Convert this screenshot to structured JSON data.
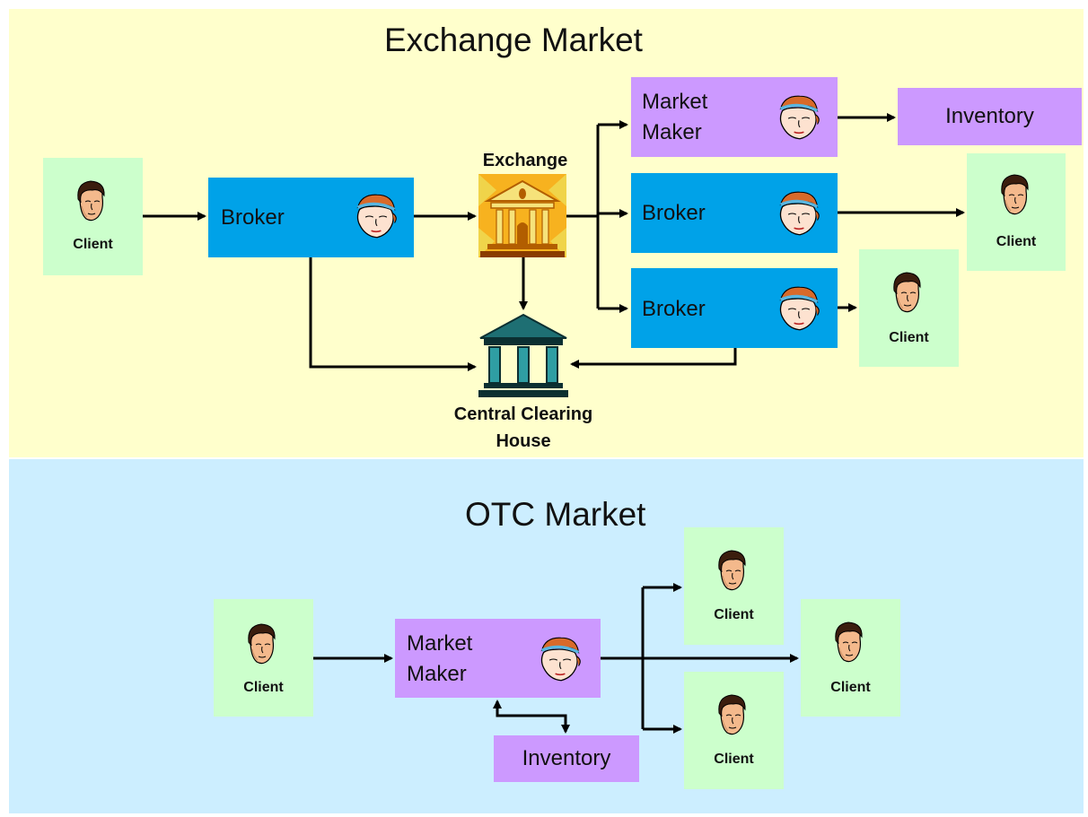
{
  "exchange": {
    "title": "Exchange Market",
    "client_left": "Client",
    "broker_left": "Broker",
    "exchange_label": "Exchange",
    "clearing_label_line1": "Central Clearing",
    "clearing_label_line2": "House",
    "market_maker_line1": "Market",
    "market_maker_line2": "Maker",
    "inventory": "Inventory",
    "broker_right_top": "Broker",
    "broker_right_bottom": "Broker",
    "client_right_top": "Client",
    "client_right_bottom": "Client"
  },
  "otc": {
    "title": "OTC Market",
    "client_left": "Client",
    "market_maker_line1": "Market",
    "market_maker_line2": "Maker",
    "inventory": "Inventory",
    "client_top": "Client",
    "client_middle": "Client",
    "client_bottom": "Client"
  },
  "colors": {
    "exchange_bg": "#ffffcc",
    "otc_bg": "#cceeff",
    "client_box": "#ccffcc",
    "broker_box": "#00a2e8",
    "market_maker_box": "#cc99ff"
  },
  "icons": [
    "client-face-icon",
    "broker-face-icon",
    "exchange-building-icon",
    "clearing-house-icon"
  ]
}
